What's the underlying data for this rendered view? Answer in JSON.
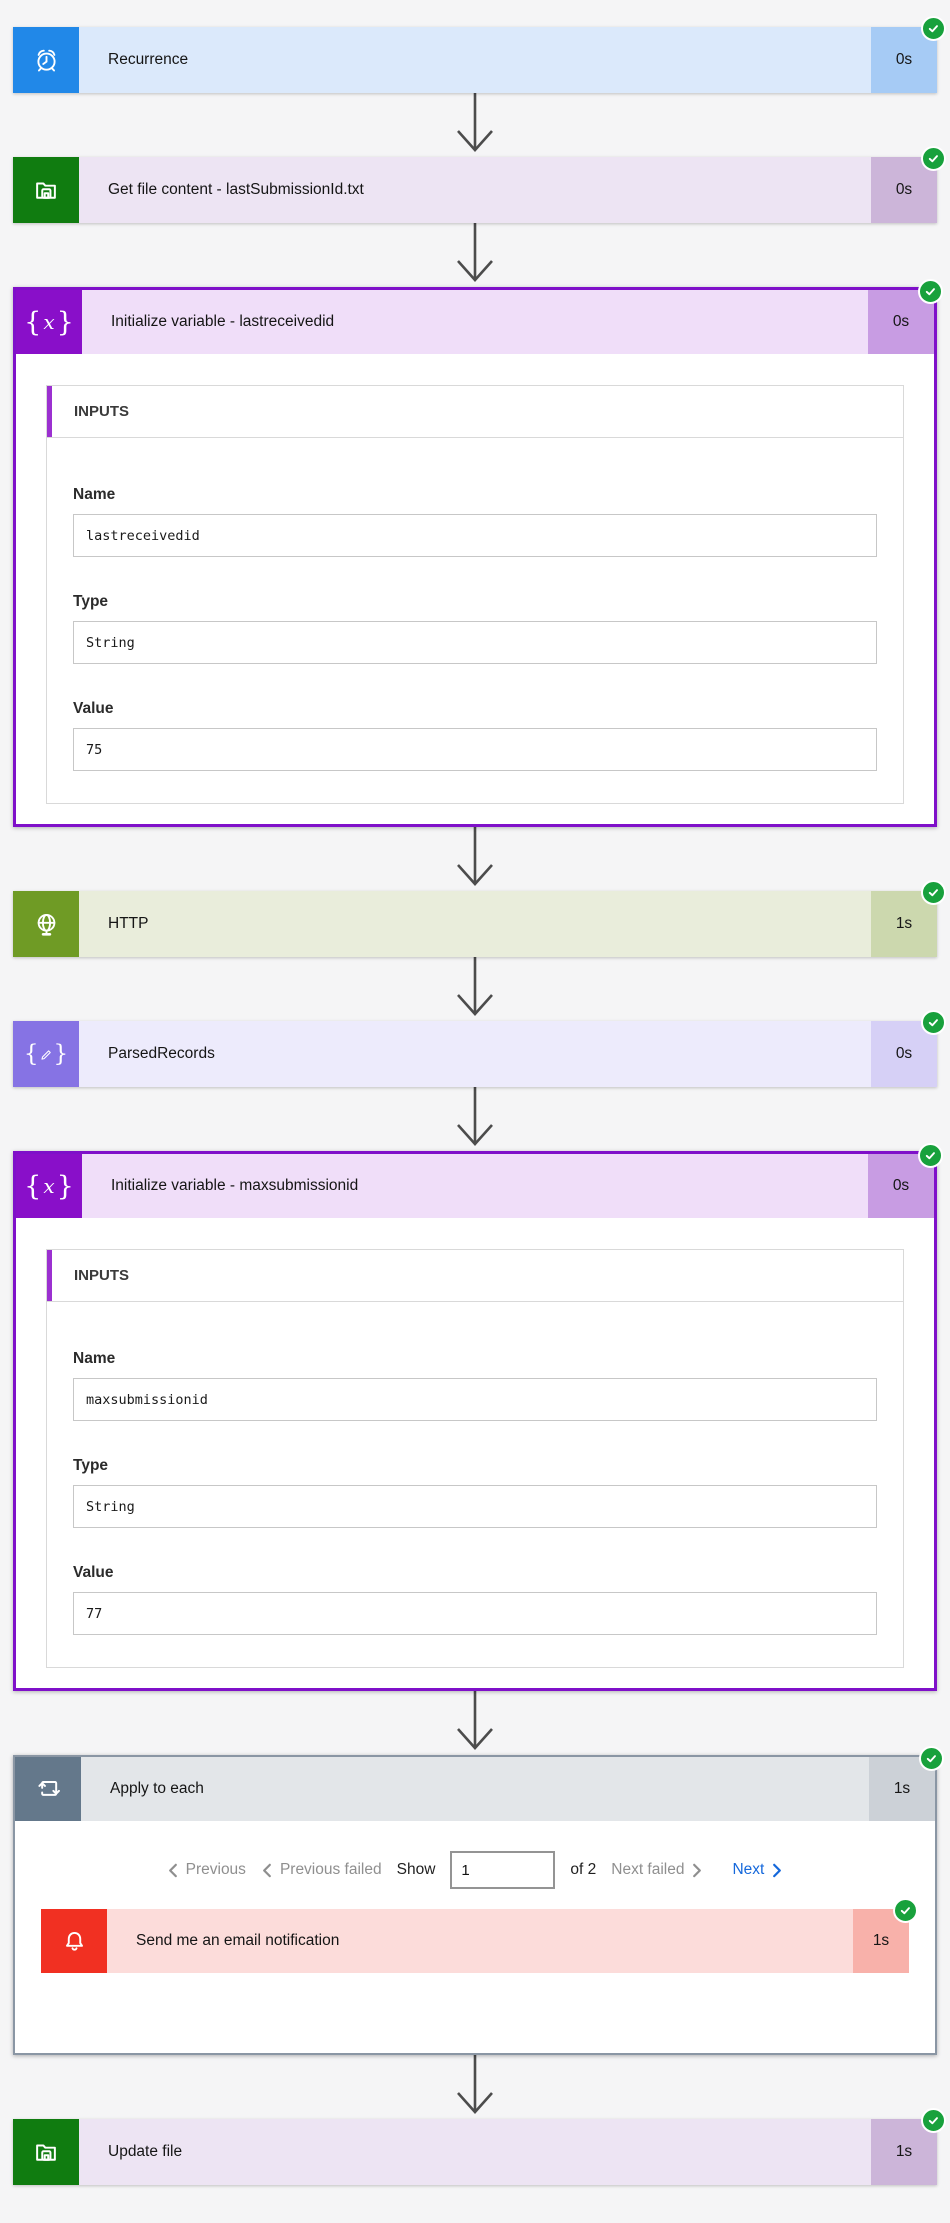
{
  "colors": {
    "page_background": "#f5f5f6",
    "success_badge_green": "#18a13c",
    "recurrence_icon_blue": "#2188e8",
    "onedrive_icon_green": "#107c10",
    "variable_icon_purple": "#890fc9",
    "variable_card_border": "#7f10c9",
    "http_icon_olive": "#6f9b25",
    "compose_icon_violet": "#8673e4",
    "loop_icon_slate": "#64788b",
    "loop_card_border": "#8a96a4",
    "email_icon_red": "#f13022",
    "next_link_blue": "#1568db",
    "connector_arrow_gray": "#4c4c4c"
  },
  "nodes": {
    "recurrence": {
      "title": "Recurrence",
      "duration": "0s"
    },
    "get_file_content": {
      "title": "Get file content - lastSubmissionId.txt",
      "duration": "0s"
    },
    "init_lastreceivedid": {
      "title": "Initialize variable - lastreceivedid",
      "duration": "0s",
      "inputs_header": "INPUTS",
      "fields": [
        {
          "label": "Name",
          "value": "lastreceivedid"
        },
        {
          "label": "Type",
          "value": "String"
        },
        {
          "label": "Value",
          "value": "75"
        }
      ]
    },
    "http": {
      "title": "HTTP",
      "duration": "1s"
    },
    "parsed_records": {
      "title": "ParsedRecords",
      "duration": "0s"
    },
    "init_maxsubmissionid": {
      "title": "Initialize variable - maxsubmissionid",
      "duration": "0s",
      "inputs_header": "INPUTS",
      "fields": [
        {
          "label": "Name",
          "value": "maxsubmissionid"
        },
        {
          "label": "Type",
          "value": "String"
        },
        {
          "label": "Value",
          "value": "77"
        }
      ]
    },
    "apply_to_each": {
      "title": "Apply to each",
      "duration": "1s",
      "pagination": {
        "previous": "Previous",
        "previous_failed": "Previous failed",
        "show_label": "Show",
        "page_value": "1",
        "of_label": "of 2",
        "next_failed": "Next failed",
        "next": "Next"
      },
      "email": {
        "title": "Send me an email notification",
        "duration": "1s"
      }
    },
    "update_file": {
      "title": "Update file",
      "duration": "1s"
    }
  }
}
